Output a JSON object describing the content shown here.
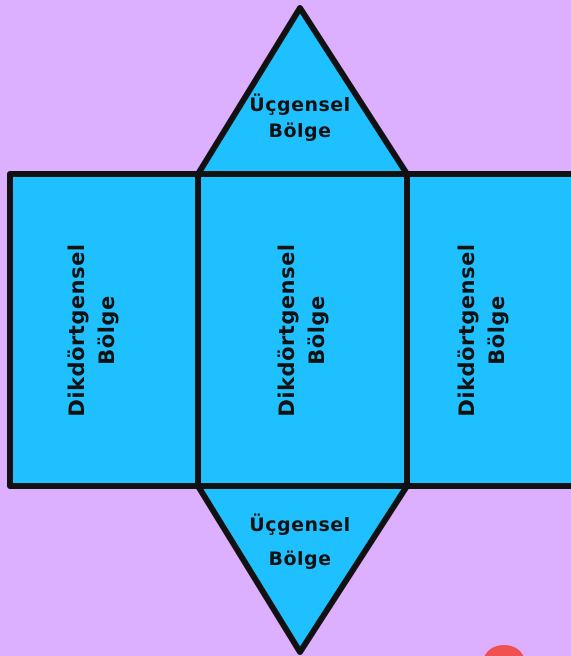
{
  "colors": {
    "background": "#dcb0ff",
    "face_fill": "#1ec0ff",
    "outline": "#111111"
  },
  "faces": {
    "top_triangle": {
      "line1": "Üçgensel",
      "line2": "Bölge"
    },
    "rect_left": {
      "line1": "Dikdörtgensel",
      "line2": "Bölge"
    },
    "rect_center": {
      "line1": "Dikdörtgensel",
      "line2": "Bölge"
    },
    "rect_right": {
      "line1": "Dikdörtgensel",
      "line2": "Bölge"
    },
    "bottom_triangle": {
      "line1": "Üçgensel",
      "line2": "Bölge"
    }
  }
}
